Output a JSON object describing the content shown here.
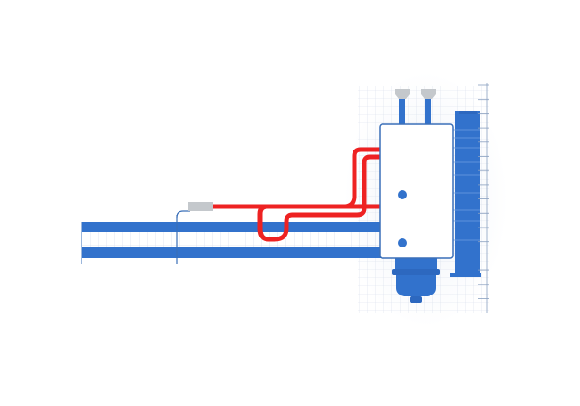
{
  "diagram": {
    "colors": {
      "pipe_blue": "#3272cc",
      "pipe_red": "#ee2222",
      "grid": "#c9d3e3",
      "cap_gray": "#c4c8cc",
      "unit_body": "#ffffff"
    },
    "components": [
      "horizontal-blue-pipes",
      "red-pipe-loop",
      "gray-sensor-block",
      "main-unit-box",
      "bottom-tank",
      "top-inlet-pipes",
      "vertical-blue-column",
      "right-scale-ruler"
    ]
  }
}
